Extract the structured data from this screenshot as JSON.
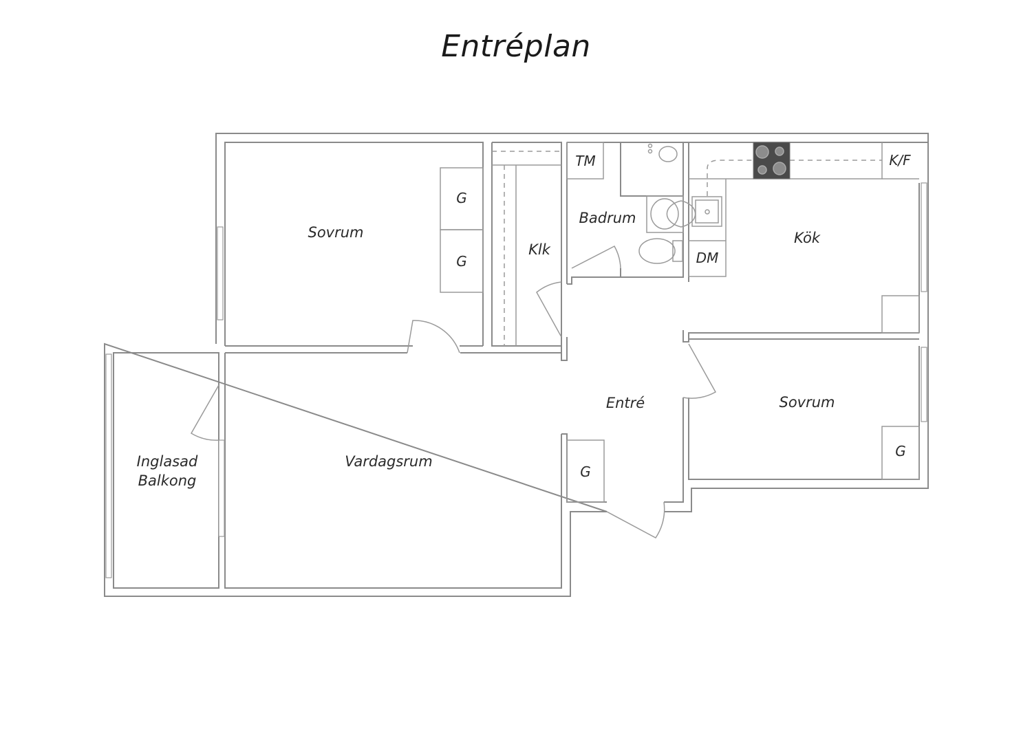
{
  "title": "Entréplan",
  "rooms": {
    "sovrum_1": "Sovrum",
    "vardagsrum": "Vardagsrum",
    "balkong_line1": "Inglasad",
    "balkong_line2": "Balkong",
    "klk": "Klk",
    "badrum": "Badrum",
    "tm": "TM",
    "kok": "Kök",
    "kf": "K/F",
    "dm": "DM",
    "entre": "Entré",
    "sovrum_2": "Sovrum"
  },
  "wardrobe_label": "G",
  "stove_color": "#4a4a4a"
}
